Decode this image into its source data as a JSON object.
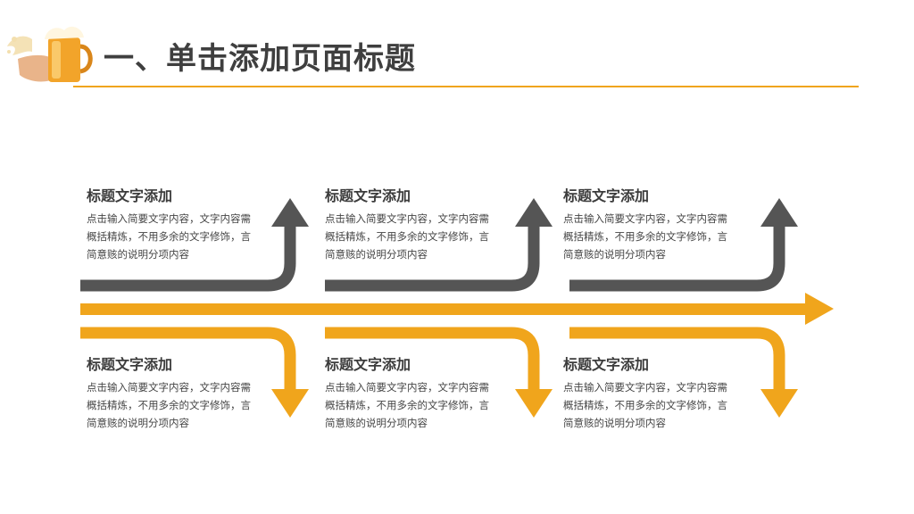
{
  "header": {
    "title": "一、单击添加页面标题"
  },
  "colors": {
    "accent": "#f0a51c",
    "dark_arrow": "#555555",
    "text": "#3c3c3c"
  },
  "top_items": [
    {
      "title": "标题文字添加",
      "body": "点击输入简要文字内容，文字内容需概括精炼，不用多余的文字修饰，言简意赅的说明分项内容"
    },
    {
      "title": "标题文字添加",
      "body": "点击输入简要文字内容，文字内容需概括精炼，不用多余的文字修饰，言简意赅的说明分项内容"
    },
    {
      "title": "标题文字添加",
      "body": "点击输入简要文字内容，文字内容需概括精炼，不用多余的文字修饰，言简意赅的说明分项内容"
    }
  ],
  "bottom_items": [
    {
      "title": "标题文字添加",
      "body": "点击输入简要文字内容，文字内容需概括精炼，不用多余的文字修饰，言简意赅的说明分项内容"
    },
    {
      "title": "标题文字添加",
      "body": "点击输入简要文字内容，文字内容需概括精炼，不用多余的文字修饰，言简意赅的说明分项内容"
    },
    {
      "title": "标题文字添加",
      "body": "点击输入简要文字内容，文字内容需概括精炼，不用多余的文字修饰，言简意赅的说明分项内容"
    }
  ]
}
